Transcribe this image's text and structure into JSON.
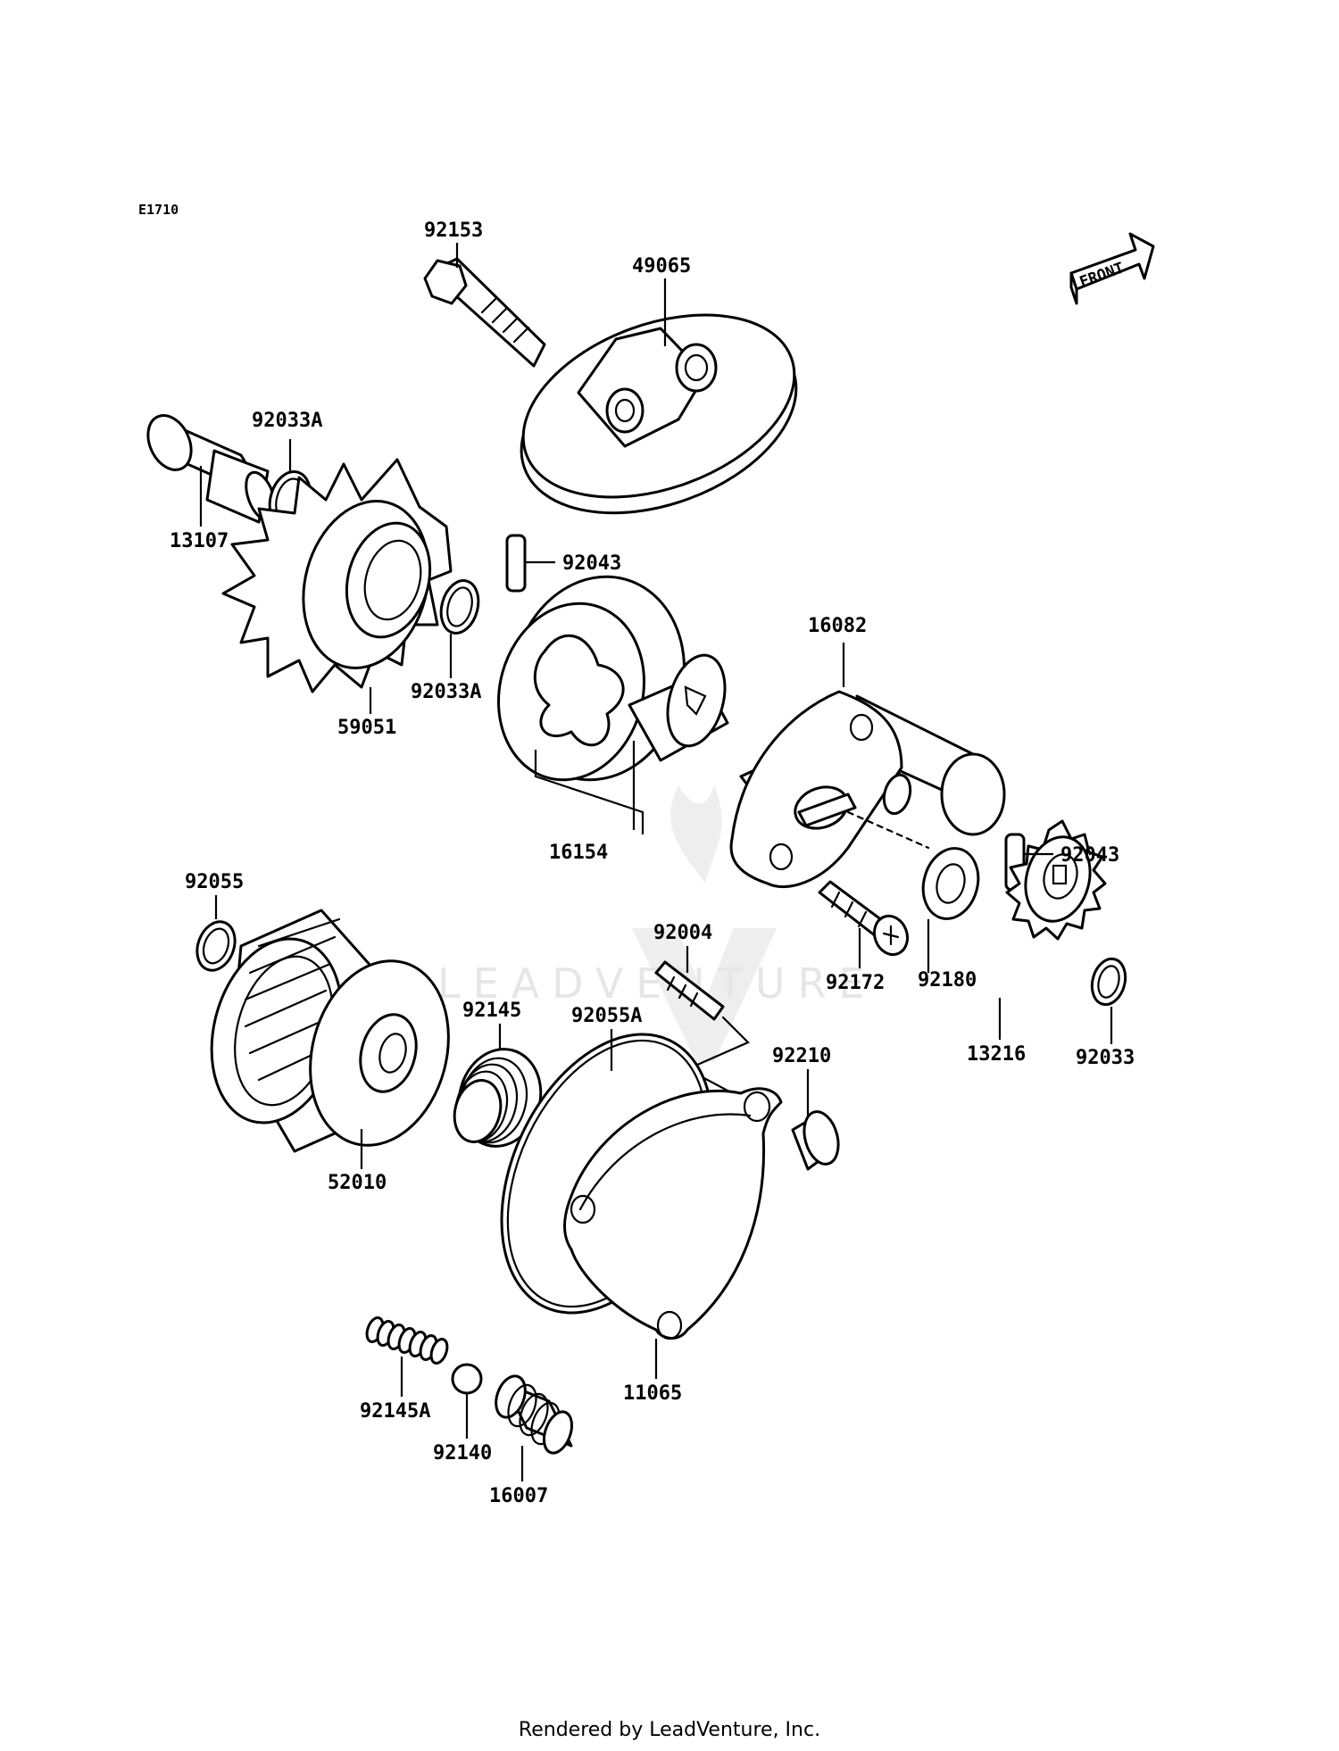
{
  "diagram_code": "E1710",
  "front_label": "FRONT",
  "watermark": "LEADVENTURE",
  "footer": "Rendered by LeadVenture, Inc.",
  "parts": {
    "p92153": "92153",
    "p49065": "49065",
    "p92033A_top": "92033A",
    "p13107": "13107",
    "p92043_top": "92043",
    "p59051": "59051",
    "p92033A_bottom": "92033A",
    "p16082": "16082",
    "p16154": "16154",
    "p92043_right": "92043",
    "p92055": "92055",
    "p92004": "92004",
    "p92145": "92145",
    "p92055A": "92055A",
    "p92172": "92172",
    "p92180": "92180",
    "p13216": "13216",
    "p92033": "92033",
    "p92210": "92210",
    "p52010": "52010",
    "p11065": "11065",
    "p92145A": "92145A",
    "p92140": "92140",
    "p16007": "16007"
  }
}
